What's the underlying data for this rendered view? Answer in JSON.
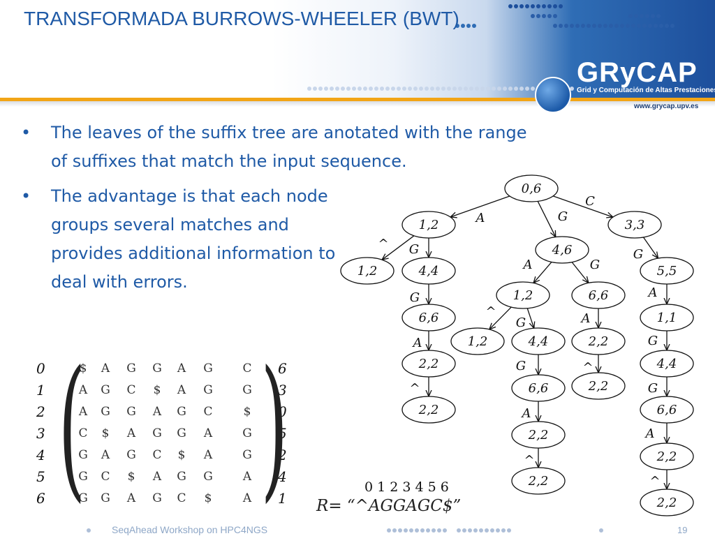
{
  "slide": {
    "title": "TRANSFORMADA BURROWS-WHEELER (BWT)",
    "bullets": [
      "The leaves of the suffix tree are anotated with the range of suffixes that match the input sequence.",
      "The advantage is that each node groups several matches and provides additional information to deal with errors."
    ],
    "bullet_symbol": "•"
  },
  "logo": {
    "name": "GRyCAP",
    "subtitle": "Grid y Computación de Altas Prestaciones",
    "url": "www.grycap.upv.es"
  },
  "matrix": {
    "row_indices": [
      "0",
      "1",
      "2",
      "3",
      "4",
      "5",
      "6"
    ],
    "rows": [
      [
        "$",
        "A",
        "G",
        "G",
        "A",
        "G",
        "C"
      ],
      [
        "A",
        "G",
        "C",
        "$",
        "A",
        "G",
        "G"
      ],
      [
        "A",
        "G",
        "G",
        "A",
        "G",
        "C",
        "$"
      ],
      [
        "C",
        "$",
        "A",
        "G",
        "G",
        "A",
        "G"
      ],
      [
        "G",
        "A",
        "G",
        "C",
        "$",
        "A",
        "G"
      ],
      [
        "G",
        "C",
        "$",
        "A",
        "G",
        "G",
        "A"
      ],
      [
        "G",
        "G",
        "A",
        "G",
        "C",
        "$",
        "A"
      ]
    ],
    "suffix_indices": [
      "6",
      "3",
      "0",
      "5",
      "2",
      "4",
      "1"
    ]
  },
  "sequence": {
    "index_line": "0 1 2 3 4 5 6",
    "definition": "R= “^AGGAGC$”"
  },
  "tree": {
    "nodes": [
      {
        "id": "n0",
        "label": "0,6"
      },
      {
        "id": "n1",
        "label": "1,2"
      },
      {
        "id": "n2",
        "label": "4,6"
      },
      {
        "id": "n3",
        "label": "3,3"
      },
      {
        "id": "n4",
        "label": "1,2"
      },
      {
        "id": "n5",
        "label": "4,4"
      },
      {
        "id": "n6",
        "label": "6,6"
      },
      {
        "id": "n7",
        "label": "2,2"
      },
      {
        "id": "n8",
        "label": "2,2"
      },
      {
        "id": "n9",
        "label": "1,2"
      },
      {
        "id": "n10",
        "label": "6,6"
      },
      {
        "id": "n11",
        "label": "1,2"
      },
      {
        "id": "n12",
        "label": "4,4"
      },
      {
        "id": "n13",
        "label": "6,6"
      },
      {
        "id": "n14",
        "label": "2,2"
      },
      {
        "id": "n15",
        "label": "2,2"
      },
      {
        "id": "n16",
        "label": "2,2"
      },
      {
        "id": "n17",
        "label": "2,2"
      },
      {
        "id": "n18",
        "label": "5,5"
      },
      {
        "id": "n19",
        "label": "1,1"
      },
      {
        "id": "n20",
        "label": "4,4"
      },
      {
        "id": "n21",
        "label": "6,6"
      },
      {
        "id": "n22",
        "label": "2,2"
      },
      {
        "id": "n23",
        "label": "2,2"
      }
    ],
    "edges": [
      {
        "from": "n0",
        "to": "n1",
        "label": "A"
      },
      {
        "from": "n0",
        "to": "n2",
        "label": "G"
      },
      {
        "from": "n0",
        "to": "n3",
        "label": "C"
      },
      {
        "from": "n1",
        "to": "n4",
        "label": "^"
      },
      {
        "from": "n1",
        "to": "n5",
        "label": "G"
      },
      {
        "from": "n5",
        "to": "n6",
        "label": "G"
      },
      {
        "from": "n6",
        "to": "n7",
        "label": "A"
      },
      {
        "from": "n7",
        "to": "n8",
        "label": "^"
      },
      {
        "from": "n2",
        "to": "n9",
        "label": "A"
      },
      {
        "from": "n2",
        "to": "n10",
        "label": "G"
      },
      {
        "from": "n9",
        "to": "n11",
        "label": "^"
      },
      {
        "from": "n9",
        "to": "n12",
        "label": "G"
      },
      {
        "from": "n12",
        "to": "n13",
        "label": "G"
      },
      {
        "from": "n13",
        "to": "n14",
        "label": "A"
      },
      {
        "from": "n14",
        "to": "n15",
        "label": "^"
      },
      {
        "from": "n10",
        "to": "n16",
        "label": "A"
      },
      {
        "from": "n16",
        "to": "n17",
        "label": "^"
      },
      {
        "from": "n3",
        "to": "n18",
        "label": "G"
      },
      {
        "from": "n18",
        "to": "n19",
        "label": "A"
      },
      {
        "from": "n19",
        "to": "n20",
        "label": "G"
      },
      {
        "from": "n20",
        "to": "n21",
        "label": "G"
      },
      {
        "from": "n21",
        "to": "n22",
        "label": "A"
      },
      {
        "from": "n22",
        "to": "n23",
        "label": "^"
      }
    ]
  },
  "footer": {
    "text": "SeqAhead Workshop on HPC4NGS",
    "page_number": "19"
  },
  "colors": {
    "title": "#1f5aa6",
    "accent_line": "#f2a516",
    "header_blue": "#1d4f9c"
  }
}
